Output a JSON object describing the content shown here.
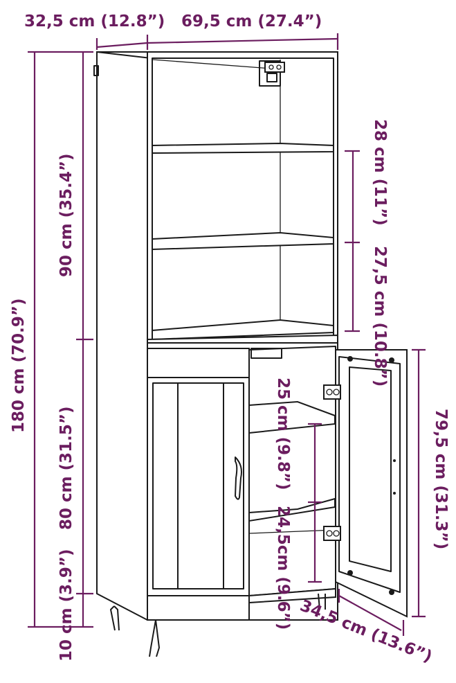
{
  "colors": {
    "dimension": "#6b1d5f",
    "outline": "#1a1a1a",
    "background": "#ffffff"
  },
  "dimensions": {
    "depth_top": "32,5 cm (12.8”)",
    "width_top": "69,5 cm (27.4”)",
    "total_height": "180 cm (70.9”)",
    "upper_height": "90 cm (35.4”)",
    "lower_height": "80 cm (31.5”)",
    "leg_height": "10 cm (3.9”)",
    "shelf_top_gap": "28 cm (11”)",
    "shelf_mid_gap": "27,5 cm (10.8”)",
    "door_height": "79,5 cm (31.3”)",
    "inner_upper_gap": "25 cm (9.8”)",
    "inner_lower_gap": "24,5cm (9.6”)",
    "door_width": "34,5 cm (13.6”)"
  }
}
